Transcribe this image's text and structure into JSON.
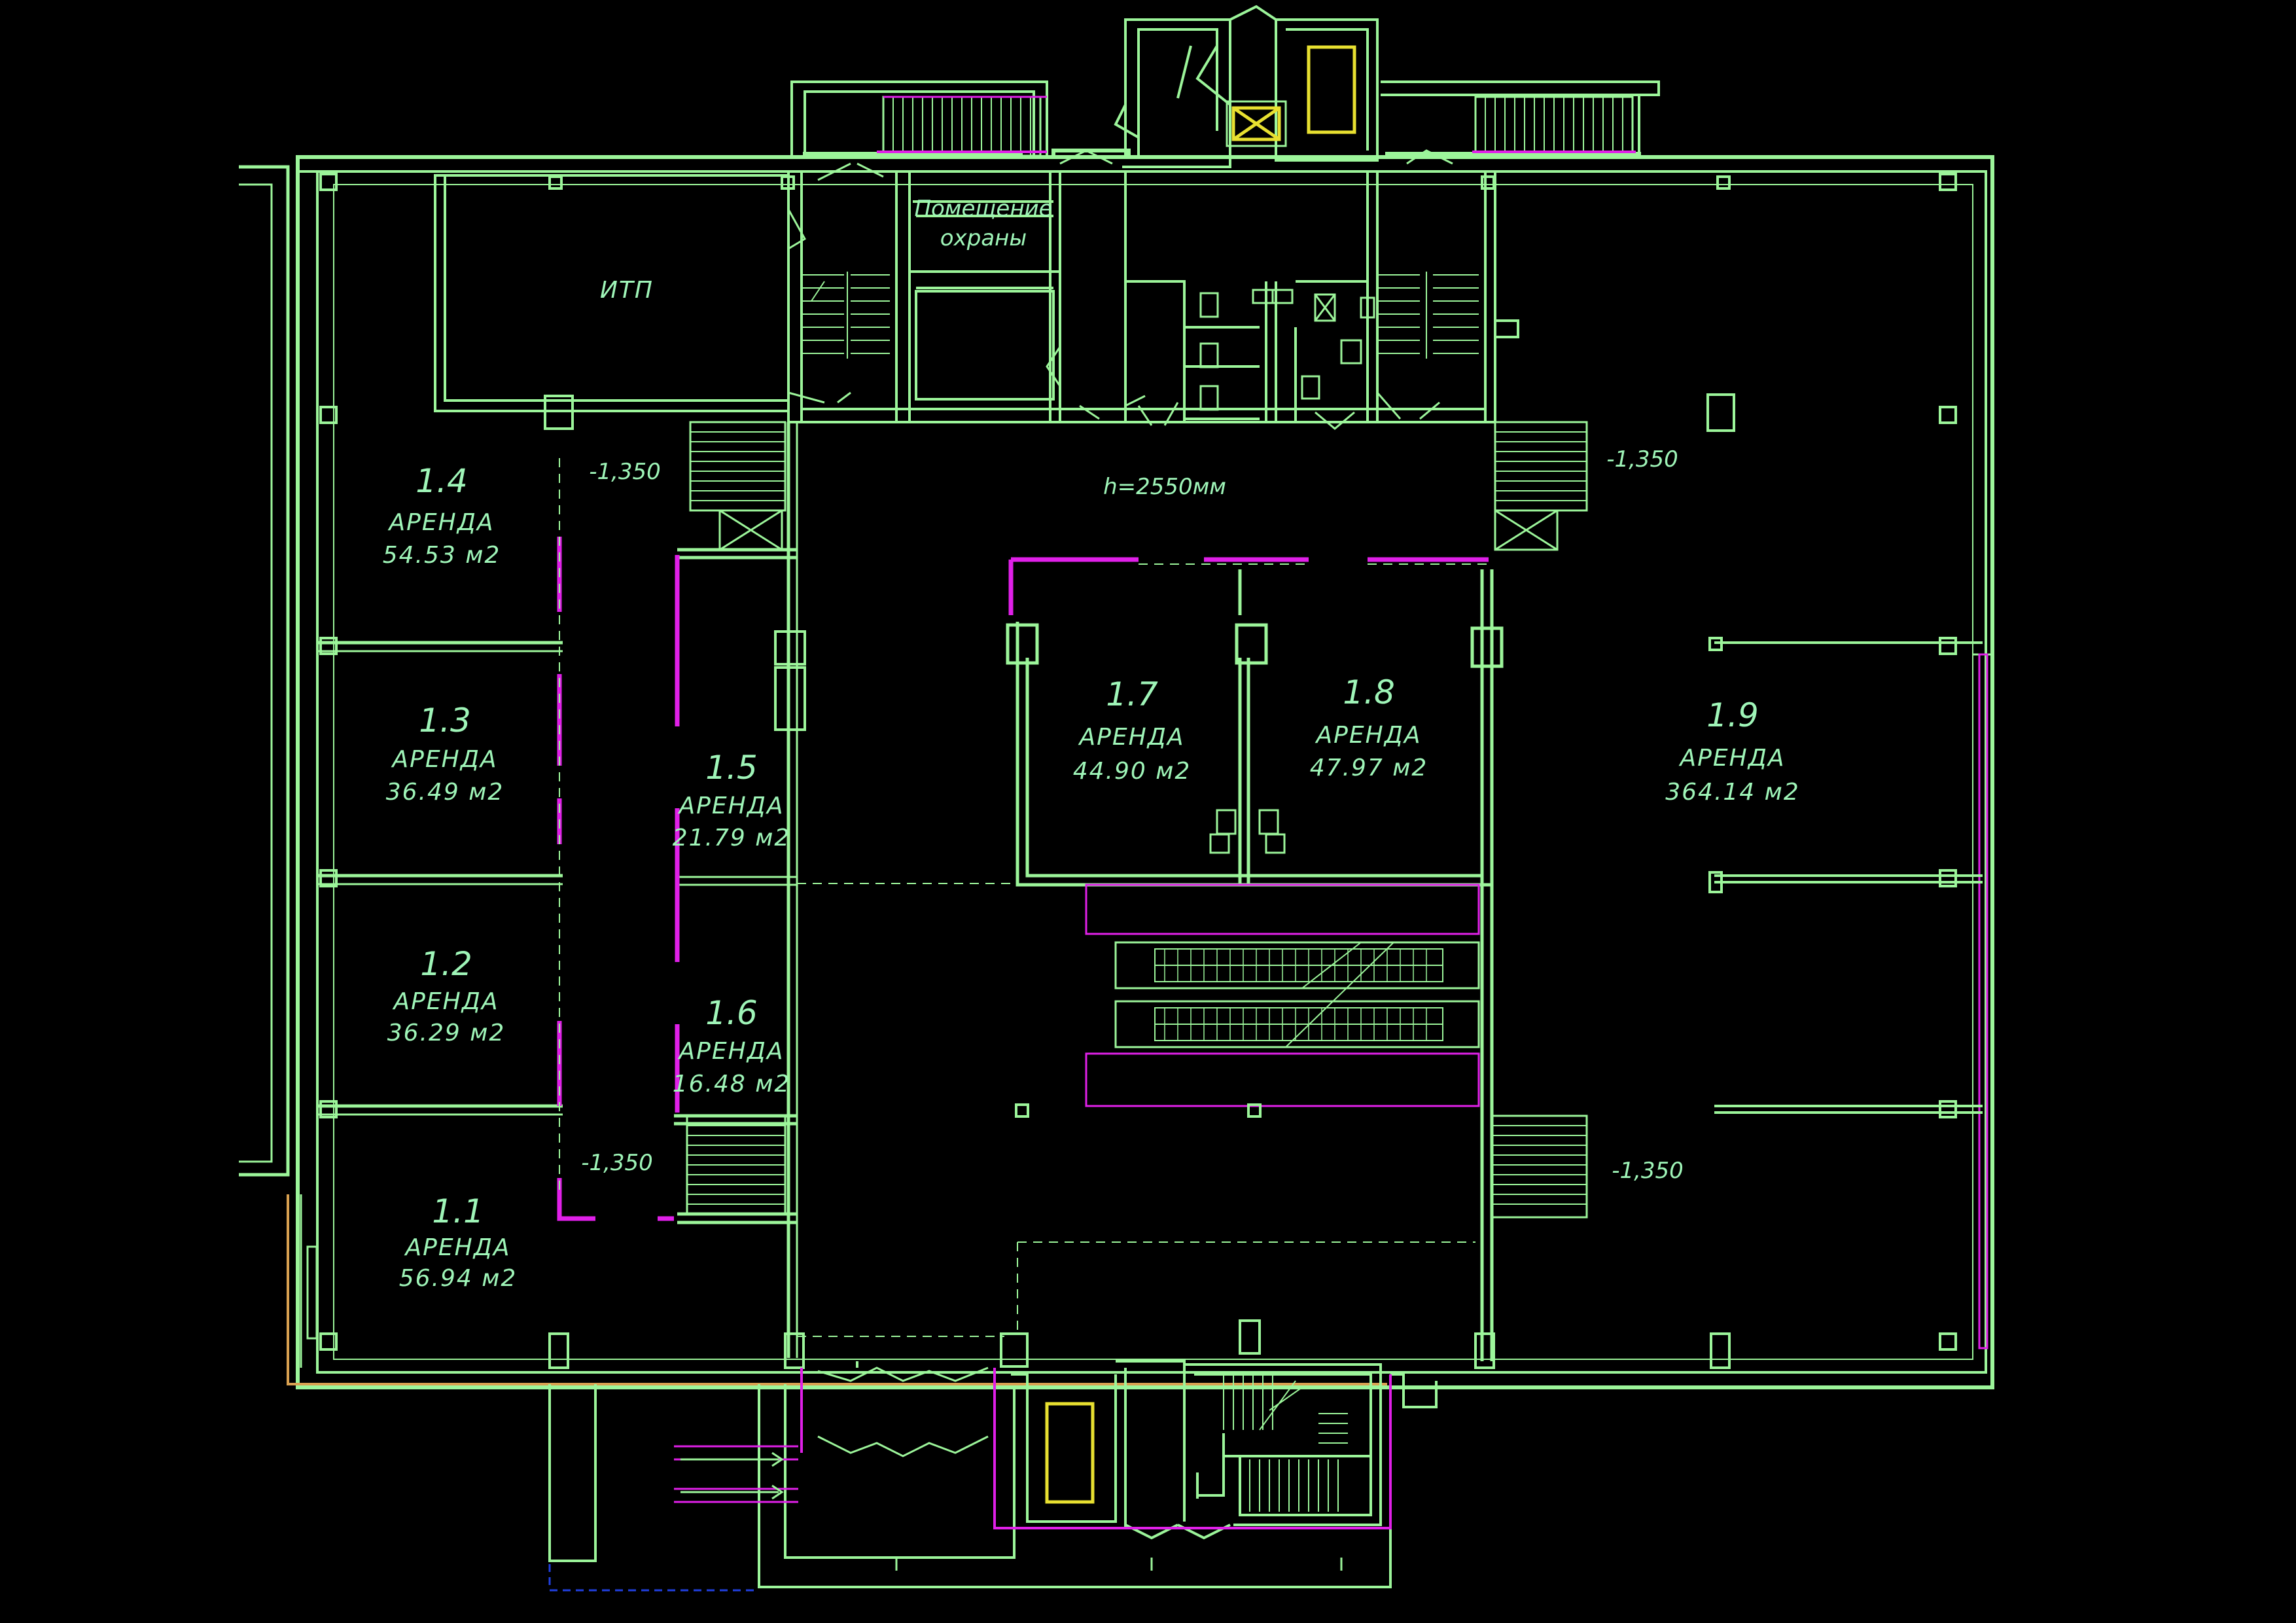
{
  "colors": {
    "background": "#000000",
    "wall": "#9cf59a",
    "partition": "#e020e8",
    "text": "#9ff5b8",
    "elevator": "#e8e030",
    "accent_orange": "#d8a050",
    "accent_blue": "#2040e0"
  },
  "rooms": [
    {
      "id": "1.1",
      "name": "АРЕНДА",
      "area": "56.94 м2"
    },
    {
      "id": "1.2",
      "name": "АРЕНДА",
      "area": "36.29 м2"
    },
    {
      "id": "1.3",
      "name": "АРЕНДА",
      "area": "36.49 м2"
    },
    {
      "id": "1.4",
      "name": "АРЕНДА",
      "area": "54.53 м2"
    },
    {
      "id": "1.5",
      "name": "АРЕНДА",
      "area": "21.79 м2"
    },
    {
      "id": "1.6",
      "name": "АРЕНДА",
      "area": "16.48 м2"
    },
    {
      "id": "1.7",
      "name": "АРЕНДА",
      "area": "44.90 м2"
    },
    {
      "id": "1.8",
      "name": "АРЕНДА",
      "area": "47.97 м2"
    },
    {
      "id": "1.9",
      "name": "АРЕНДА",
      "area": "364.14 м2"
    }
  ],
  "service_rooms": {
    "itp": "ИТП",
    "security_line1": "Помещение",
    "security_line2": "охраны"
  },
  "notes": {
    "height": "h=2550мм",
    "levels": [
      "-1,350",
      "-1,350",
      "-1,350",
      "-1,350"
    ]
  }
}
